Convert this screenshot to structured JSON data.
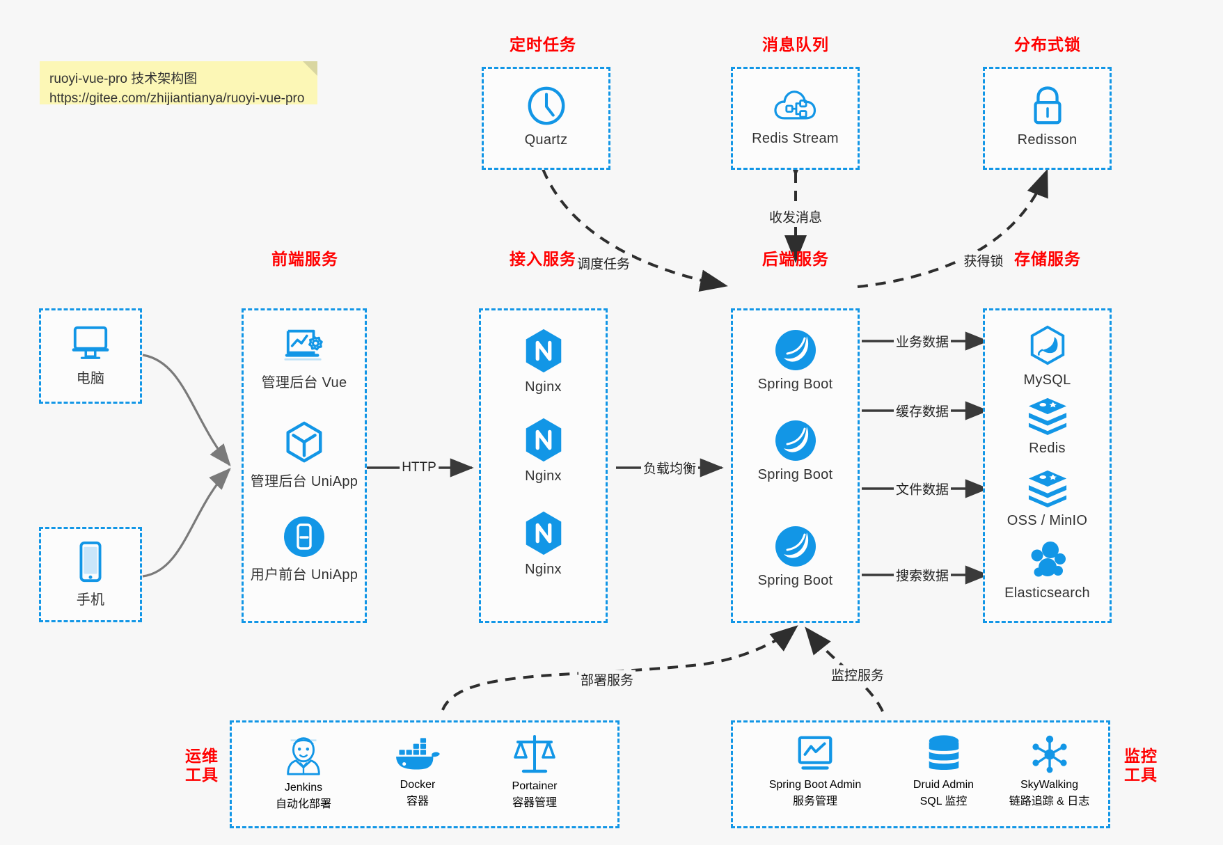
{
  "note": {
    "line1": "ruoyi-vue-pro 技术架构图",
    "line2": "https://gitee.com/zhijiantianya/ruoyi-vue-pro"
  },
  "colors": {
    "accent_blue": "#1296e6",
    "title_red": "#ff0000",
    "arrow_gray": "#444444",
    "device_arrow": "#777777",
    "background": "#f7f7f7",
    "note_yellow": "#fcf7b6"
  },
  "sections": {
    "scheduled_task": "定时任务",
    "message_queue": "消息队列",
    "distributed_lock": "分布式锁",
    "frontend": "前端服务",
    "gateway": "接入服务",
    "backend": "后端服务",
    "storage": "存储服务",
    "devops": "运维\n工具",
    "devops_l1": "运维",
    "devops_l2": "工具",
    "monitor_l1": "监控",
    "monitor_l2": "工具"
  },
  "clients": [
    {
      "label": "电脑",
      "icon": "desktop-computer-icon"
    },
    {
      "label": "手机",
      "icon": "mobile-phone-icon"
    }
  ],
  "frontend_nodes": [
    {
      "label": "管理后台 Vue",
      "icon": "admin-dashboard-icon"
    },
    {
      "label": "管理后台 UniApp",
      "icon": "uniapp-cube-icon"
    },
    {
      "label": "用户前台 UniApp",
      "icon": "mobile-app-icon"
    }
  ],
  "gateway_nodes": [
    {
      "label": "Nginx",
      "icon": "nginx-icon"
    },
    {
      "label": "Nginx",
      "icon": "nginx-icon"
    },
    {
      "label": "Nginx",
      "icon": "nginx-icon"
    }
  ],
  "backend_nodes": [
    {
      "label": "Spring Boot",
      "icon": "spring-boot-leaf-icon"
    },
    {
      "label": "Spring Boot",
      "icon": "spring-boot-leaf-icon"
    },
    {
      "label": "Spring Boot",
      "icon": "spring-boot-leaf-icon"
    }
  ],
  "storage_nodes": [
    {
      "label": "MySQL",
      "icon": "mysql-dolphin-icon"
    },
    {
      "label": "Redis",
      "icon": "redis-stack-icon"
    },
    {
      "label": "OSS / MinIO",
      "icon": "object-storage-icon"
    },
    {
      "label": "Elasticsearch",
      "icon": "elasticsearch-icon"
    }
  ],
  "top_nodes": {
    "quartz": {
      "label": "Quartz",
      "icon": "clock-icon"
    },
    "redis_stream": {
      "label": "Redis Stream",
      "icon": "cloud-queue-icon"
    },
    "redisson": {
      "label": "Redisson",
      "icon": "padlock-icon"
    }
  },
  "devops_tools": [
    {
      "name": "Jenkins",
      "desc": "自动化部署",
      "icon": "jenkins-butler-icon"
    },
    {
      "name": "Docker",
      "desc": "容器",
      "icon": "docker-whale-icon"
    },
    {
      "name": "Portainer",
      "desc": "容器管理",
      "icon": "portainer-scales-icon"
    }
  ],
  "monitor_tools": [
    {
      "name": "Spring Boot Admin",
      "desc": "服务管理",
      "icon": "monitor-chart-icon"
    },
    {
      "name": "Druid Admin",
      "desc": "SQL 监控",
      "icon": "database-cylinder-icon"
    },
    {
      "name": "SkyWalking",
      "desc": "链路追踪 & 日志",
      "icon": "skywalking-node-icon"
    }
  ],
  "edges": [
    {
      "id": "http",
      "label": "HTTP"
    },
    {
      "id": "load-balance",
      "label": "负载均衡"
    },
    {
      "id": "schedule-task",
      "label": "调度任务"
    },
    {
      "id": "send-receive-message",
      "label": "收发消息"
    },
    {
      "id": "acquire-lock",
      "label": "获得锁"
    },
    {
      "id": "business-data",
      "label": "业务数据"
    },
    {
      "id": "cache-data",
      "label": "缓存数据"
    },
    {
      "id": "file-data",
      "label": "文件数据"
    },
    {
      "id": "search-data",
      "label": "搜索数据"
    },
    {
      "id": "deploy-service",
      "label": "部署服务"
    },
    {
      "id": "monitor-service",
      "label": "监控服务"
    }
  ]
}
